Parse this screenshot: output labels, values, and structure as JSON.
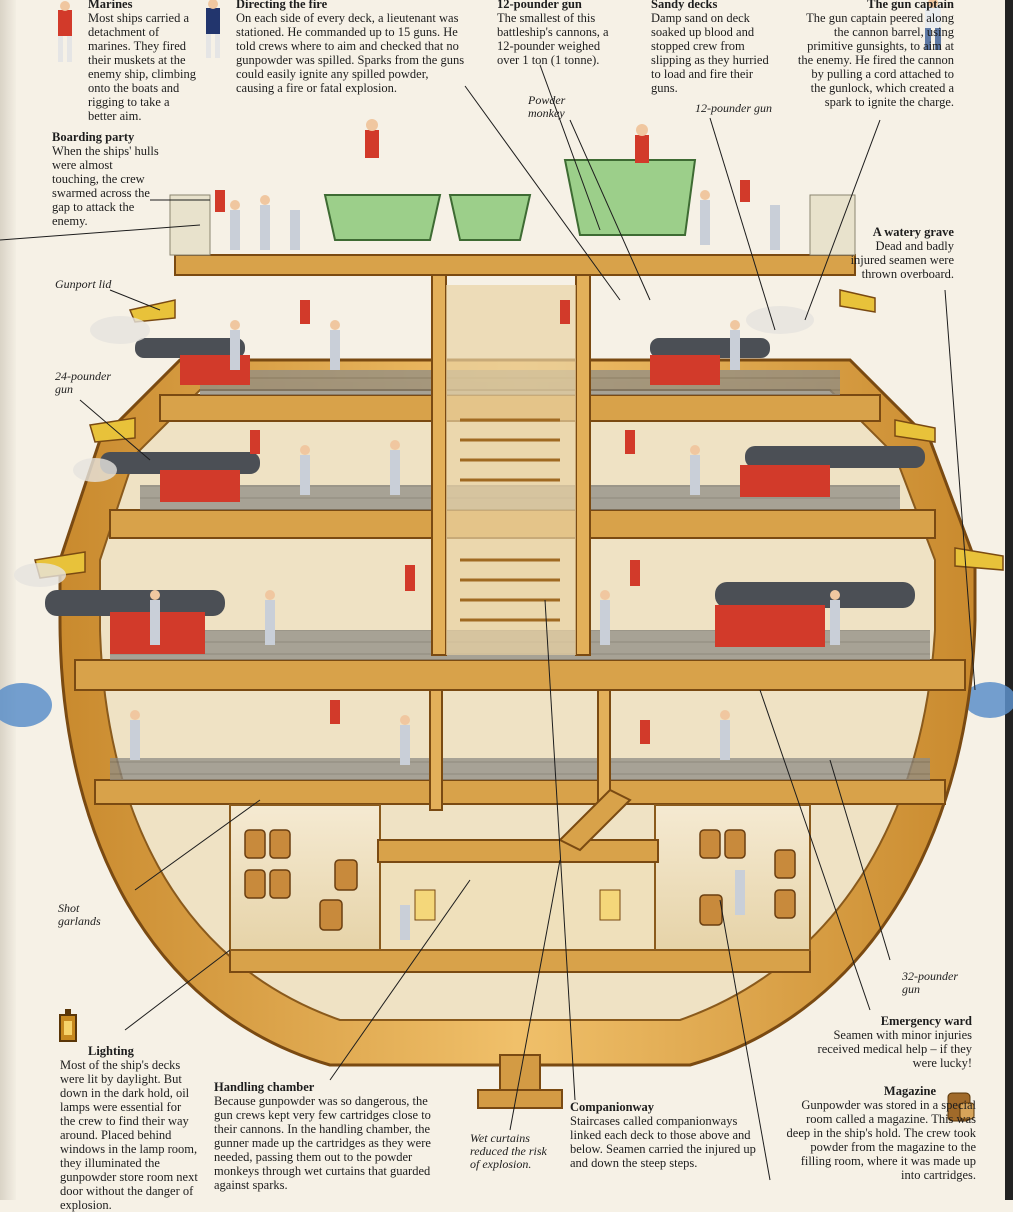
{
  "notes": {
    "marines": {
      "title": "Marines",
      "body": "Most ships carried a detachment of marines. They fired their muskets at the enemy ship, climbing onto the boats and rigging to take a better aim."
    },
    "directing": {
      "title": "Directing the fire",
      "body": "On each side of every deck, a lieutenant was stationed. He commanded up to 15 guns. He told crews where to aim and checked that no gunpowder was spilled. Sparks from the guns could easily ignite any spilled powder, causing a fire or fatal explosion."
    },
    "twelve": {
      "title": "12-pounder gun",
      "body": "The smallest of this battleship's cannons, a 12-pounder weighed over 1 ton (1 tonne)."
    },
    "sandy": {
      "title": "Sandy decks",
      "body": "Damp sand on deck soaked up blood and stopped crew from slipping as they hurried to load and fire their guns."
    },
    "captain": {
      "title": "The gun captain",
      "body": "The gun captain peered along the cannon barrel, using primitive gunsights, to aim at the enemy. He fired the cannon by pulling a cord attached to the gunlock, which created a spark to ignite the charge."
    },
    "boarding": {
      "title": "Boarding party",
      "body": "When the ships' hulls were almost touching, the crew swarmed across the gap to attack the enemy."
    },
    "grave": {
      "title": "A watery grave",
      "body": "Dead and badly injured seamen were thrown overboard."
    },
    "lighting": {
      "title": "Lighting",
      "body": "Most of the ship's decks were lit by daylight. But down in the dark hold, oil lamps were essential for the crew to find their way around. Placed behind windows in the lamp room, they illuminated the gunpowder store room next door without the danger of explosion."
    },
    "handling": {
      "title": "Handling chamber",
      "body": "Because gunpowder was so dangerous, the gun crews kept very few cartridges close to their cannons. In the handling chamber, the gunner made up the cartridges as they were needed, passing them out to the powder monkeys through wet curtains that guarded against sparks."
    },
    "companion": {
      "title": "Companionway",
      "body": "Staircases called companionways linked each deck to those above and below. Seamen carried the injured up and down the steep steps."
    },
    "emergency": {
      "title": "Emergency ward",
      "body": "Seamen with minor injuries received medical help – if they were lucky!"
    },
    "magazine": {
      "title": "Magazine",
      "body": "Gunpowder was stored in a special room called a magazine. This was deep in the ship's hold. The crew took powder from the magazine to the filling room, where it was made up into cartridges."
    }
  },
  "labels": {
    "powder_monkey": "Powder monkey",
    "twelve_gun": "12-pounder gun",
    "gunport_lid": "Gunport lid",
    "twentyfour": "24-pounder gun",
    "shot_garlands": "Shot garlands",
    "wet_curtains": "Wet curtains reduced the risk of explosion.",
    "thirtytwo": "32-pounder gun"
  },
  "colors": {
    "wood": "#e0a94a",
    "wood_dark": "#9a6420",
    "coat_red": "#d23a2a",
    "boat_green": "#9ccf8a",
    "cannon": "#4b4f55"
  }
}
